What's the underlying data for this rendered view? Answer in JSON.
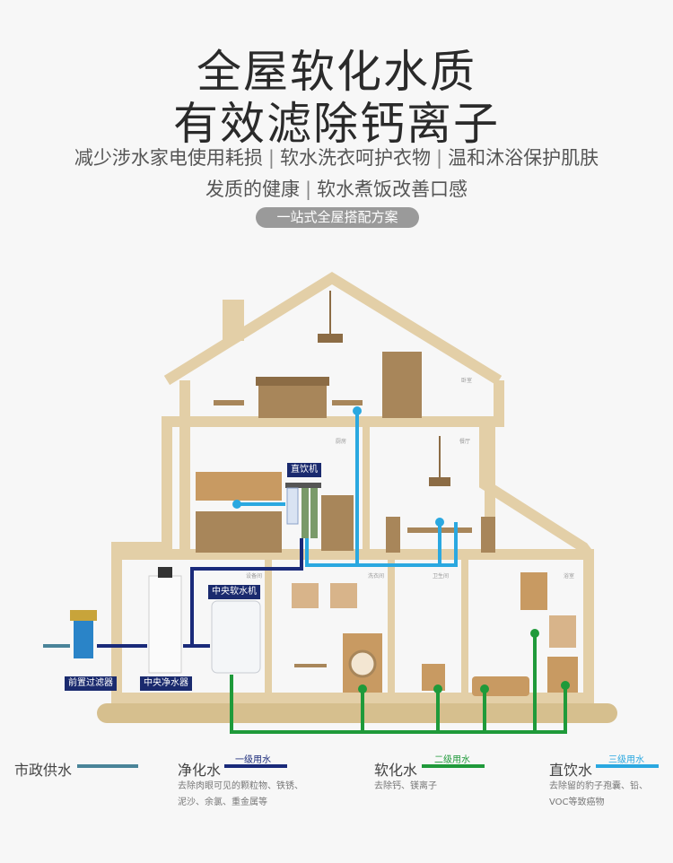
{
  "header": {
    "title_line1": "全屋软化水质",
    "title_line2": "有效滤除钙离子",
    "sub_line1": [
      "减少涉水家电使用耗损",
      "软水洗衣呵护衣物",
      "温和沐浴保护肌肤"
    ],
    "sub_line2": [
      "发质的健康",
      "软水煮饭改善口感"
    ],
    "badge": "一站式全屋搭配方案"
  },
  "rooms": {
    "bedroom": "卧室",
    "kitchen": "厨房",
    "dining": "餐厅",
    "equipment": "设备间",
    "laundry": "洗衣间",
    "toilet": "卫生间",
    "bath": "浴室"
  },
  "devices": {
    "direct_drink": "直饮机",
    "central_softener": "中央软水机",
    "pre_filter": "前置过滤器",
    "central_purifier": "中央净水器"
  },
  "legend": {
    "municipal": {
      "name": "市政供水",
      "color": "#4a8499"
    },
    "purified": {
      "name": "净化水",
      "level": "一级用水",
      "color": "#1a2a7a",
      "desc": [
        "去除肉眼可见的颗粒物、铁锈、",
        "泥沙、余氯、重金属等"
      ]
    },
    "softened": {
      "name": "软化水",
      "level": "二级用水",
      "color": "#1f9a3a",
      "desc": [
        "去除钙、镁离子"
      ]
    },
    "drinking": {
      "name": "直饮水",
      "level": "三级用水",
      "color": "#2aa8e0",
      "desc": [
        "去除留的豹子孢囊、铅、",
        "VOC等致癌物"
      ]
    }
  }
}
